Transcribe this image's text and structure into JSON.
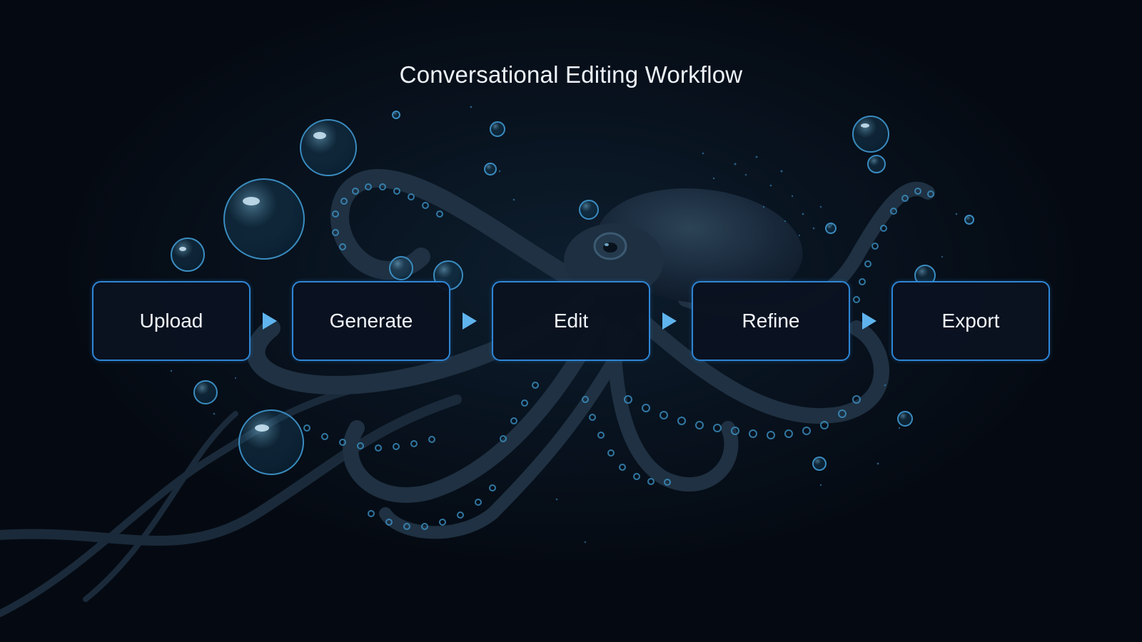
{
  "title": "Conversational Editing Workflow",
  "steps": [
    {
      "label": "Upload"
    },
    {
      "label": "Generate"
    },
    {
      "label": "Edit"
    },
    {
      "label": "Refine"
    },
    {
      "label": "Export"
    }
  ],
  "connector_icon": "triangle-right-arrow",
  "background_image": "octopus-underwater-with-bubbles",
  "colors": {
    "background": "#050a12",
    "box_fill": "#0a1220",
    "box_border": "#2f86d6",
    "arrow": "#5fb4ee",
    "text": "#f2f6fb"
  }
}
